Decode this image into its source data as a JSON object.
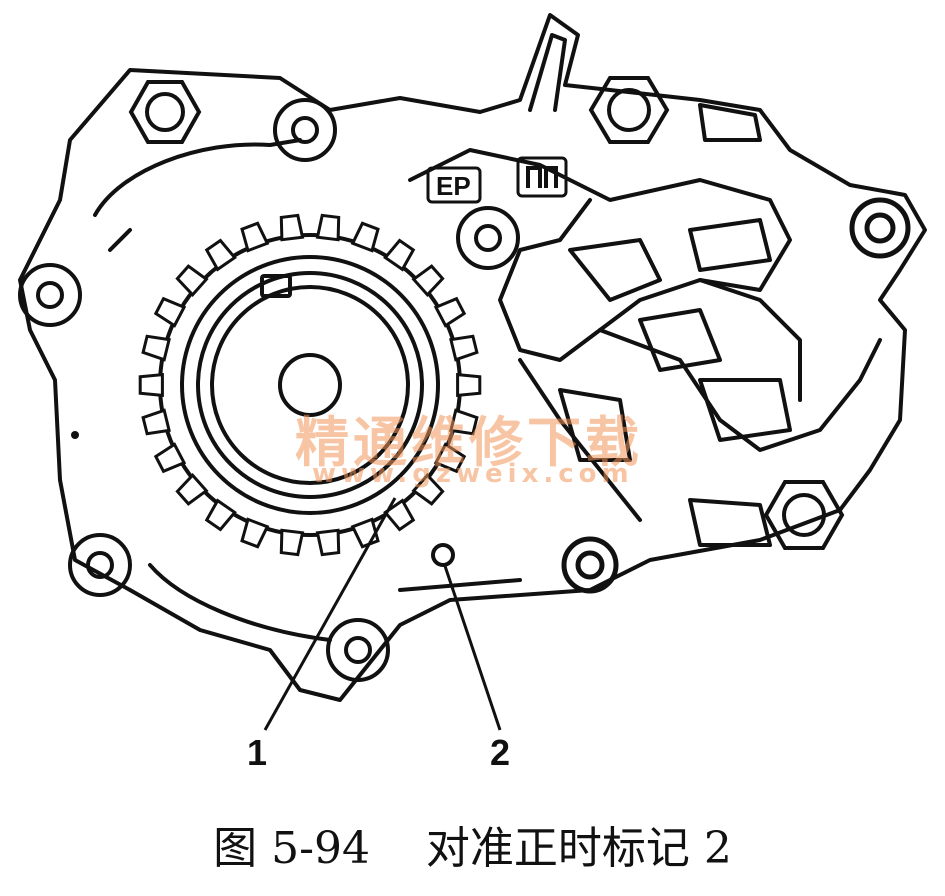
{
  "figure": {
    "casting_text_left": "EP",
    "callouts": [
      "1",
      "2"
    ]
  },
  "watermark": {
    "text_cn": "精通维修下载",
    "url": "www.gzweix.com"
  },
  "caption": {
    "figure_no": "图 5-94",
    "title": "对准正时标记 2"
  }
}
